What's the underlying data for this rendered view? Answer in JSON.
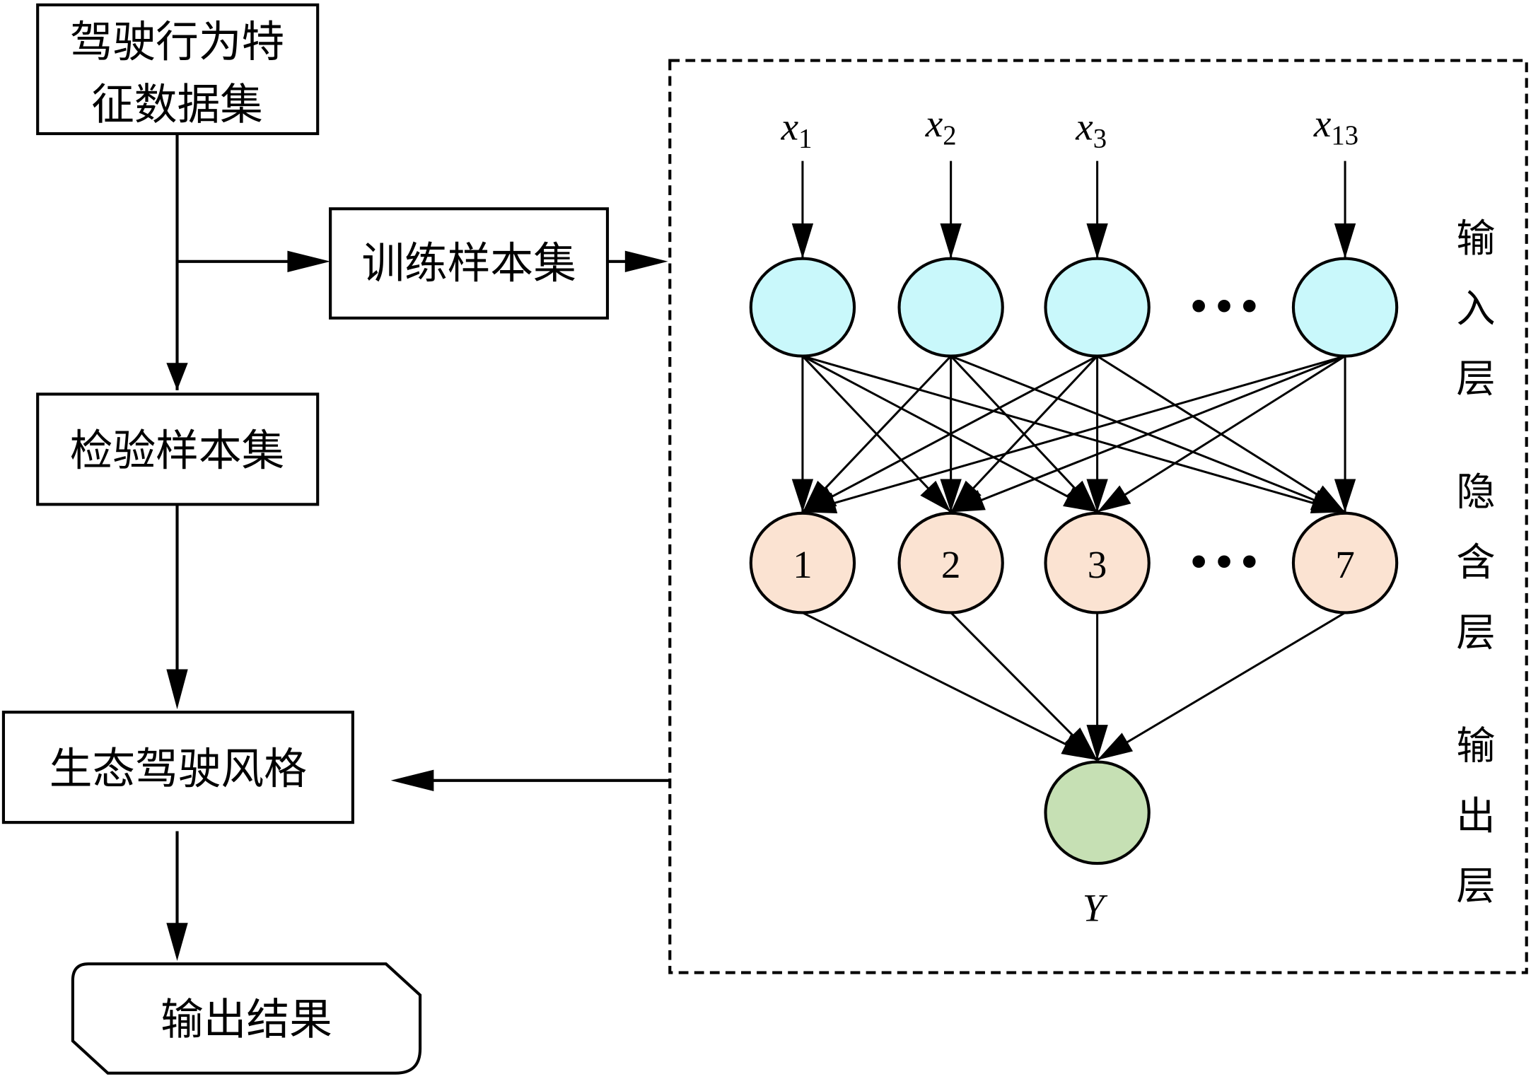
{
  "flowchart": {
    "dataset_box": {
      "line1": "驾驶行为特",
      "line2": "征数据集"
    },
    "training_box": "训练样本集",
    "test_box": "检验样本集",
    "style_box": "生态驾驶风格",
    "output_box": "输出结果"
  },
  "network": {
    "inputs": [
      {
        "var": "x",
        "sub": "1"
      },
      {
        "var": "x",
        "sub": "2"
      },
      {
        "var": "x",
        "sub": "3"
      },
      {
        "var": "x",
        "sub": "13"
      }
    ],
    "hidden_nodes": [
      "1",
      "2",
      "3",
      "7"
    ],
    "output_label": "Y",
    "ellipsis": "•••",
    "layer_labels": {
      "input": [
        "输",
        "入",
        "层"
      ],
      "hidden": [
        "隐",
        "含",
        "层"
      ],
      "output": [
        "输",
        "出",
        "层"
      ]
    },
    "colors": {
      "input_node": "#c9f8fb",
      "hidden_node": "#fbe3d2",
      "output_node": "#c6e0b4"
    }
  }
}
